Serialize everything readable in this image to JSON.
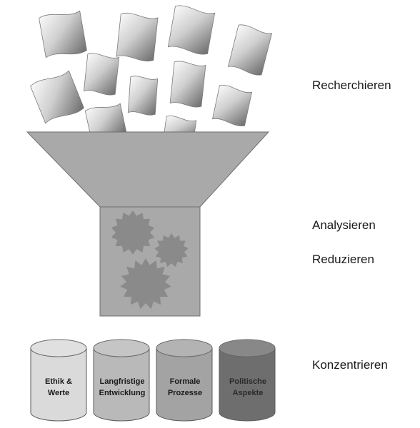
{
  "stages": [
    "Recherchieren",
    "Analysieren",
    "Reduzieren",
    "Konzentrieren"
  ],
  "categories": [
    {
      "lines": [
        "Ethik &",
        "Werte"
      ],
      "color": "#dadada"
    },
    {
      "lines": [
        "Langfristige",
        "Entwicklung"
      ],
      "color": "#b9b9b9"
    },
    {
      "lines": [
        "Formale",
        "Prozesse"
      ],
      "color": "#a3a3a3"
    },
    {
      "lines": [
        "Politische",
        "Aspekte"
      ],
      "color": "#6e6e6e"
    }
  ],
  "colors": {
    "funnel": "#a9a9a9",
    "funnel_stroke": "#6f6f6f",
    "gear": "#8a8a8a",
    "paper_light": "#f4f4f4",
    "paper_dark": "#6a6a6a"
  },
  "icons": [
    "paper-sheet-icon",
    "gear-icon",
    "cylinder-icon"
  ]
}
